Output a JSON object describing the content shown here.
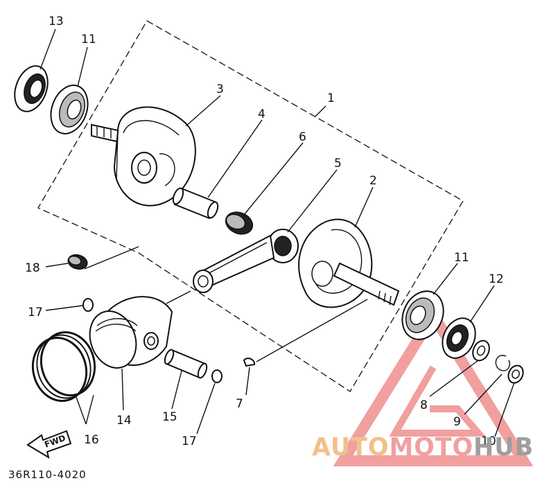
{
  "diagram": {
    "part_numbers": {
      "p1": "1",
      "p2": "2",
      "p3": "3",
      "p4": "4",
      "p5": "5",
      "p6": "6",
      "p7": "7",
      "p8": "8",
      "p9": "9",
      "p10": "10",
      "p11a": "11",
      "p11b": "11",
      "p12": "12",
      "p13": "13",
      "p14": "14",
      "p15": "15",
      "p16": "16",
      "p17a": "17",
      "p17b": "17",
      "p18": "18"
    },
    "fwd_label": "FWD",
    "diagram_code": "36R110-4020"
  },
  "watermark": {
    "brand": "AUTOMOTOHUB",
    "colors": {
      "auto": "#f2c089",
      "moto": "#f0a0a0",
      "hub": "#9e9e9e",
      "triangle": "#ef8f8f"
    }
  }
}
